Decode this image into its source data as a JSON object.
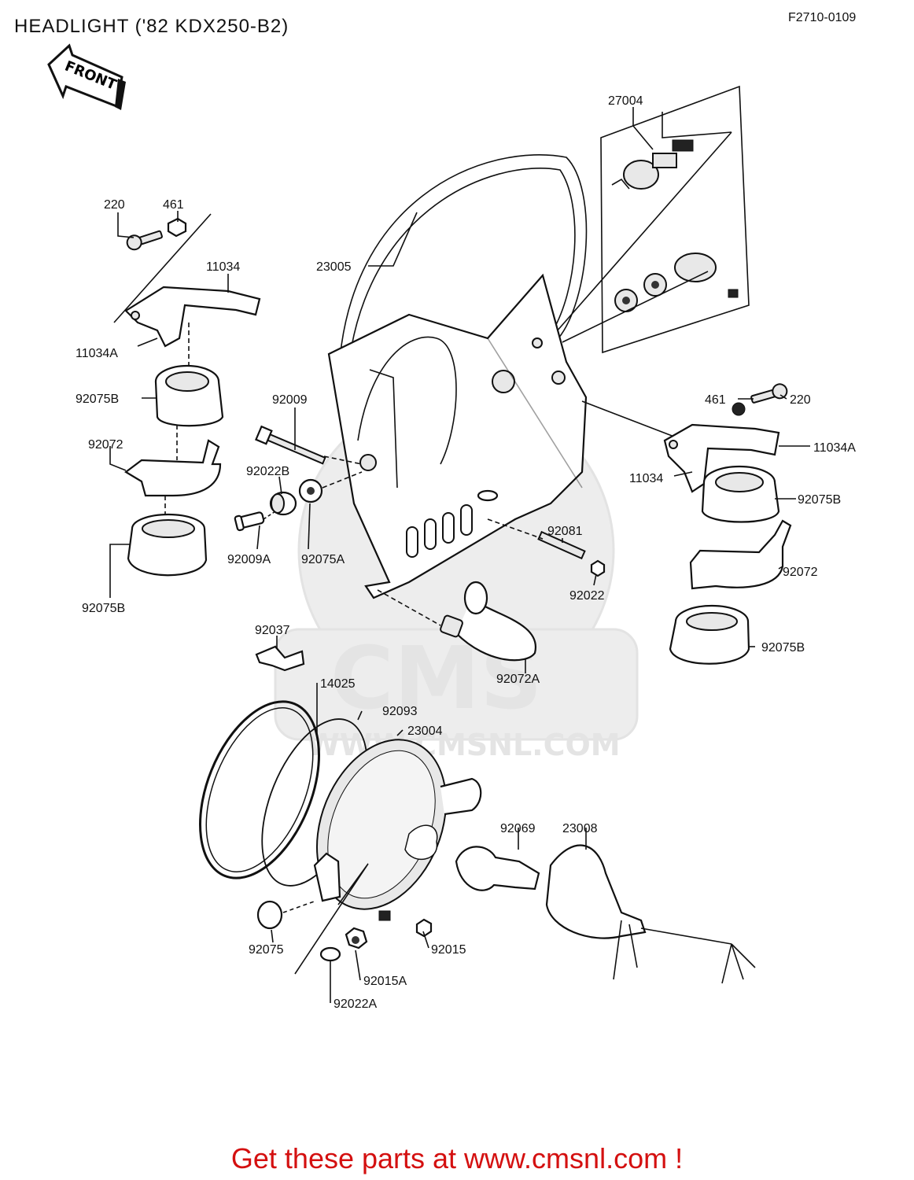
{
  "header": {
    "title": "HEADLIGHT ('82 KDX250-B2)",
    "diagram_code": "F2710-0109"
  },
  "front_arrow": {
    "label": "FRONT"
  },
  "watermark": {
    "brand": "CMS",
    "url": "WWW.CMSNL.COM"
  },
  "parts": {
    "p220_left": "220",
    "p461_left": "461",
    "p11034_left": "11034",
    "p11034A_left": "11034A",
    "p92075B_left_top": "92075B",
    "p92072_left": "92072",
    "p92075B_left_bottom": "92075B",
    "p23005": "23005",
    "p27004": "27004",
    "p92009": "92009",
    "p92022B": "92022B",
    "p92009A": "92009A",
    "p92075A": "92075A",
    "p461_right": "461",
    "p220_right": "220",
    "p11034A_right": "11034A",
    "p11034_right": "11034",
    "p92075B_right_top": "92075B",
    "p92081": "92081",
    "p92022": "92022",
    "p92072_right": "92072",
    "p92075B_right_bottom": "92075B",
    "p92037": "92037",
    "p92072A": "92072A",
    "p14025": "14025",
    "p92093": "92093",
    "p23004": "23004",
    "p92069": "92069",
    "p23008": "23008",
    "p92075": "92075",
    "p92015": "92015",
    "p92015A": "92015A",
    "p92022A": "92022A"
  },
  "footer": {
    "cta": "Get these parts at www.cmsnl.com !"
  }
}
